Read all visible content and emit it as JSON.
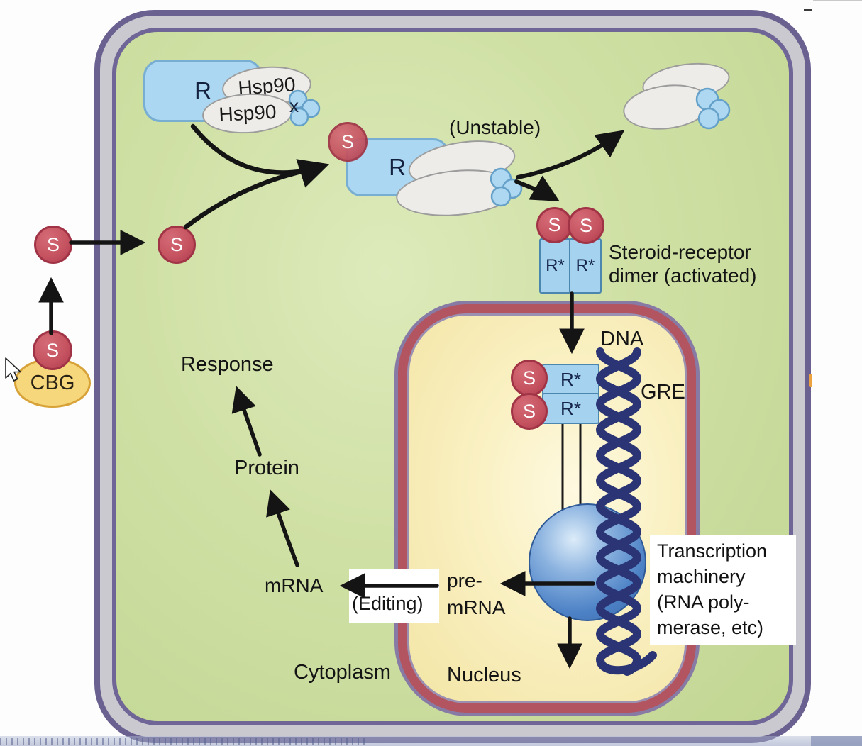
{
  "steroid_symbol": "S",
  "chaperone_complex": {
    "receptor_label": "R",
    "hsp90_upper": "Hsp90",
    "hsp90_lower": "Hsp90",
    "x_site": "x"
  },
  "extracellular": {
    "cbg_label": "CBG"
  },
  "unstable_complex": {
    "receptor_label": "R",
    "annotation": "(Unstable)"
  },
  "activated_dimer": {
    "receptor_label": "R*",
    "caption_line1": "Steroid-receptor",
    "caption_line2": "dimer (activated)"
  },
  "nucleus": {
    "dna_label": "DNA",
    "gre_label": "GRE",
    "receptor_label": "R*",
    "pre_mrna_line1": "pre-",
    "pre_mrna_line2": "mRNA",
    "transcription_caption": [
      "Transcription",
      "machinery",
      "(RNA poly-",
      "merase, etc)"
    ],
    "nucleus_label": "Nucleus"
  },
  "cytoplasm": {
    "cytoplasm_label": "Cytoplasm",
    "mrna_label": "mRNA",
    "editing_label": "(Editing)",
    "protein_label": "Protein",
    "response_label": "Response"
  },
  "colors": {
    "steroid_fill": "#c65461",
    "steroid_border": "#a03446",
    "receptor_blue": "#abd7f2",
    "receptor_border": "#77aed2",
    "hsp90_gray": "#edece8",
    "trefoil_blue": "#aed8f2",
    "dna_navy": "#2b3474",
    "membrane_purple": "#6b6190",
    "membrane_gray": "#c9c9cf",
    "cytoplasm_green": "#cfe0a4",
    "nucleus_band_red": "#b25560",
    "nucleus_yellow": "#f8efc0",
    "cbg_yellow": "#f7d77c",
    "machinery_sphere_blue": "#4d82c6",
    "arrow_black": "#141414"
  }
}
